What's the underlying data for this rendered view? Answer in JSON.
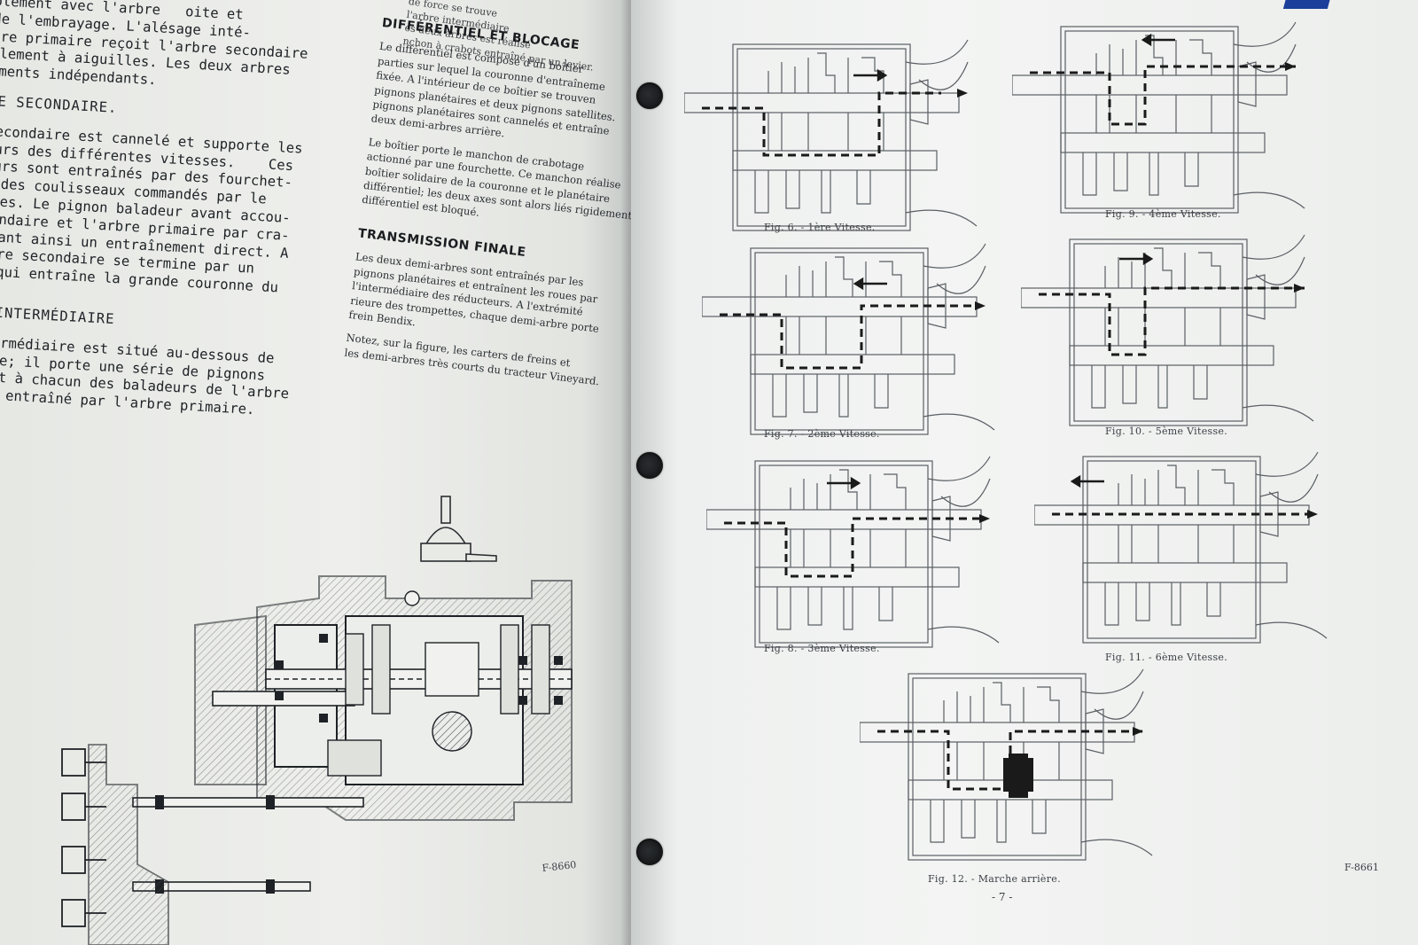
{
  "left_text": {
    "lines": [
      "de l'embrayage. L'alésage inté-",
      "bre primaire reçoit l'arbre secondaire",
      "ulement à aiguilles. Les deux arbres",
      "ements indépendants."
    ],
    "top_fragment": "olement avec l'arbre",
    "top_fragment_end": "oite et",
    "heading_secondary": "RE SECONDAIRE.",
    "secondary_lines": [
      "Secondaire est cannelé et supporte les",
      "eurs des différentes vitesses.",
      "eurs sont entraînés par des fourchet-",
      "r des coulisseaux commandés par le",
      "sses. Le pignon baladeur avant accou-",
      "condaire et l'arbre primaire par cra-",
      "ttant ainsi un entraînement direct. A",
      "rbre secondaire se termine par un",
      "e qui entraîne la grande couronne du"
    ],
    "secondary_word_ces": "Ces",
    "heading_intermediate": "E INTERMÉDIAIRE",
    "intermediate_lines": [
      "ntermédiaire est situé au-dessous de",
      "aire; il porte une série de pignons",
      "lent à chacun des baladeurs de l'arbre",
      "est entraîné par l'arbre primaire."
    ]
  },
  "middle_text": {
    "top_fragment_lines": [
      "de force se trouve",
      "l'arbre intermédiaire",
      "es deux arbres est réalisé",
      "nchon à crabots entraîné par un levier."
    ],
    "heading_diff": "DIFFÉRENTIEL ET BLOCAGE",
    "diff_lines": [
      "Le différentiel est composé d'un boîtier",
      "parties sur lequel la couronne d'entraîneme",
      "fixée. A l'intérieur de ce boîtier se trouven",
      "pignons planétaires et deux pignons satellites.",
      "pignons planétaires sont cannelés et entraîne",
      "deux demi-arbres arrière."
    ],
    "diff_lines_2": [
      "Le boîtier porte le manchon de crabotage",
      "actionné par une fourchette. Ce manchon réalise",
      "boîtier solidaire de la couronne et le planétaire",
      "différentiel; les deux axes sont alors liés rigidement",
      "différentiel est bloqué."
    ],
    "heading_transmission": "TRANSMISSION FINALE",
    "trans_lines": [
      "Les deux demi-arbres sont entraînés par les",
      "pignons planétaires et entraînent les roues par",
      "l'intermédiaire des réducteurs. A l'extrémité",
      "rieure des trompettes, chaque demi-arbre porte",
      "frein Bendix."
    ],
    "note_lines": [
      "Notez, sur la figure, les carters de freins et",
      "les demi-arbres très courts du tracteur Vineyard."
    ]
  },
  "left_drawing_ref": "F-8660",
  "right_drawing_ref": "F-8661",
  "page_number": "- 7 -",
  "figures": [
    {
      "caption": "Fig. 6. - 1ère Vitesse."
    },
    {
      "caption": "Fig. 9. - 4ème Vitesse."
    },
    {
      "caption": "Fig. 7. - 2ème Vitesse."
    },
    {
      "caption": "Fig. 10. - 5ème Vitesse."
    },
    {
      "caption": "Fig. 8. - 3ème Vitesse."
    },
    {
      "caption": "Fig. 11. - 6ème Vitesse."
    },
    {
      "caption": "Fig. 12. - Marche arrière."
    }
  ],
  "colors": {
    "ink": "#1e2226",
    "line_art": "#5a5f64",
    "power_path": "#1a1a1a",
    "blue_tag": "#1b3f9a"
  }
}
